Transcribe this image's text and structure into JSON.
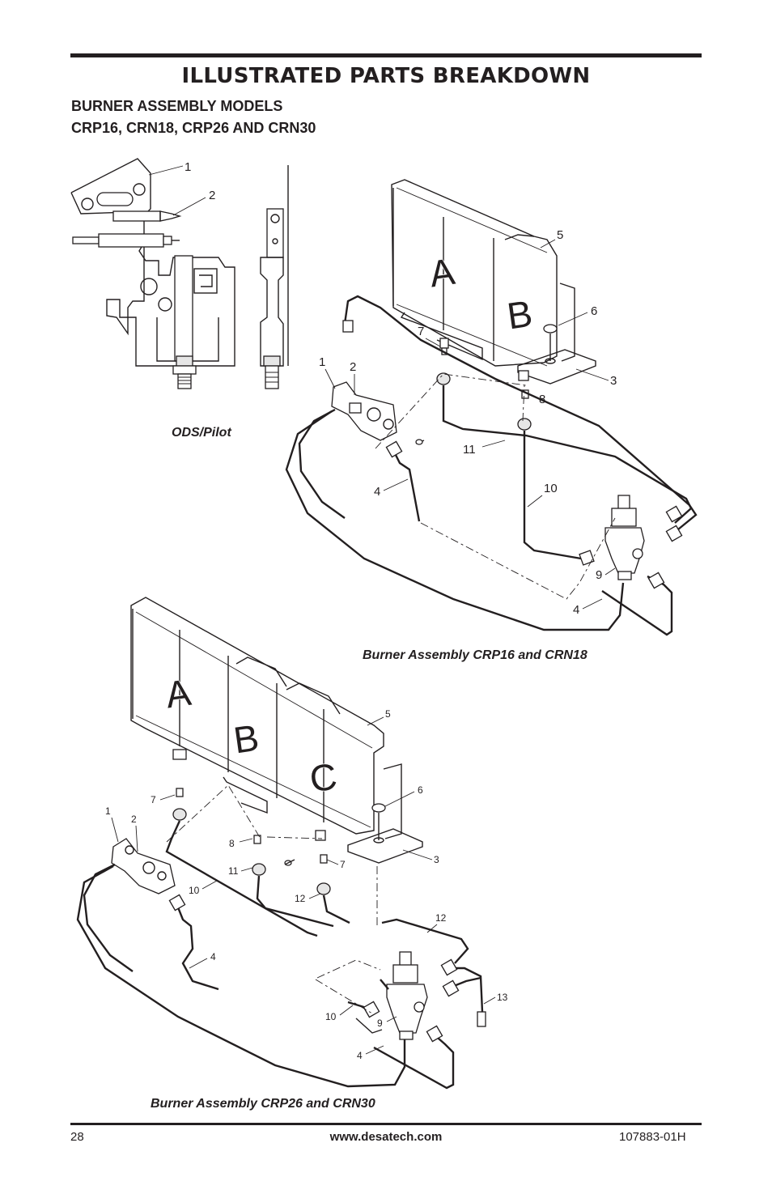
{
  "header": {
    "title": "ILLUSTRATED PARTS BREAKDOWN",
    "subtitle_line1": "BURNER ASSEMBLY MODELS",
    "subtitle_line2": "CRP16, CRN18, CRP26 AND CRN30"
  },
  "figures": {
    "ods_pilot": {
      "caption": "ODS/Pilot",
      "callouts": [
        "1",
        "2"
      ]
    },
    "crp16_crn18": {
      "caption": "Burner Assembly CRP16 and CRN18",
      "panel_letters": [
        "A",
        "B"
      ],
      "callouts": [
        "1",
        "2",
        "3",
        "4",
        "4",
        "5",
        "6",
        "7",
        "8",
        "9",
        "10",
        "11"
      ]
    },
    "crp26_crn30": {
      "caption": "Burner Assembly CRP26 and CRN30",
      "panel_letters": [
        "A",
        "B",
        "C"
      ],
      "callouts": [
        "1",
        "2",
        "3",
        "4",
        "4",
        "5",
        "6",
        "7",
        "7",
        "8",
        "9",
        "10",
        "10",
        "11",
        "12",
        "12",
        "13"
      ]
    }
  },
  "footer": {
    "page_number": "28",
    "website": "www.desatech.com",
    "doc_number": "107883-01H"
  }
}
